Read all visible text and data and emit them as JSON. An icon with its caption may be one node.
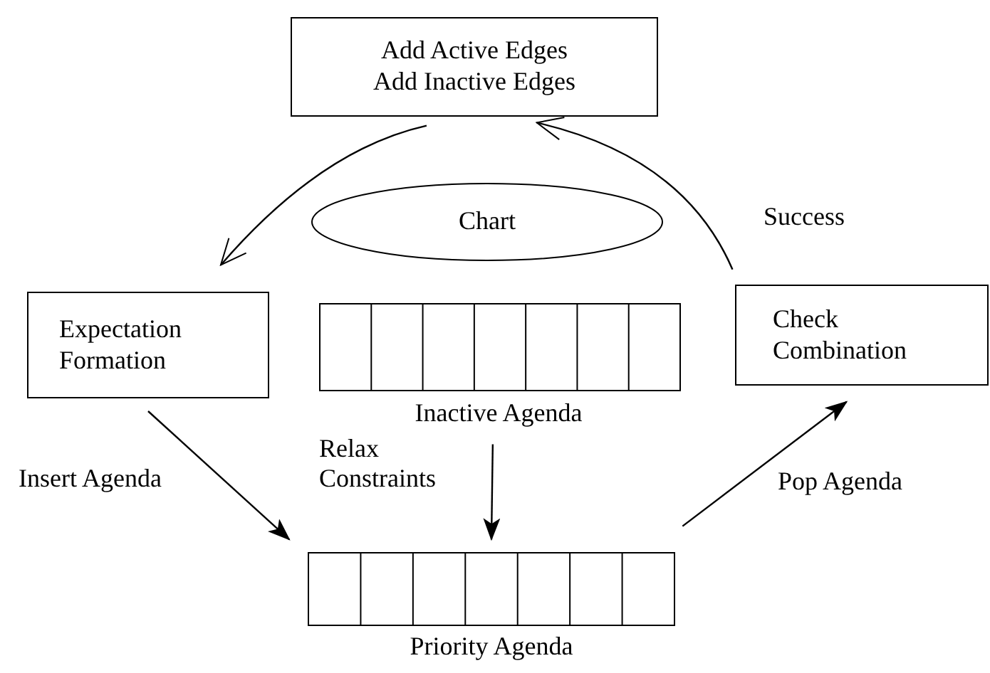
{
  "diagram": {
    "nodes": [
      {
        "text": [
          "Add Active Edges",
          "Add Inactive Edges"
        ]
      },
      {
        "text": [
          "Chart"
        ]
      },
      {
        "text": [
          "Expectation Formation"
        ]
      },
      {
        "text": [],
        "shape": "bar",
        "beside": [
          "Inactive Agenda"
        ]
      },
      {
        "text": [
          "Check Combination"
        ]
      },
      {
        "text": [],
        "shape": "bar",
        "beside": [
          "Priority Agenda"
        ]
      }
    ],
    "edges": [
      {
        "from": 0,
        "to": 2,
        "arrow": "to"
      },
      {
        "from": 4,
        "to": 0,
        "arrow": "to",
        "label": "Success"
      },
      {
        "from": 2,
        "to": 5,
        "arrow": "to",
        "label": "Insert Agenda"
      },
      {
        "from": 3,
        "to": 5,
        "arrow": "to",
        "label": "Relax Constraints"
      },
      {
        "from": 5,
        "to": 4,
        "arrow": "to",
        "label": "Pop Agenda"
      }
    ]
  }
}
